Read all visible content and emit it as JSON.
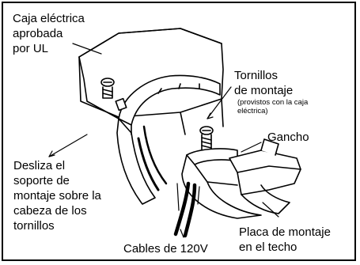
{
  "labels": {
    "electrical_box": "Caja eléctrica\naprobada\npor UL",
    "mounting_screws": "Tornillos\nde montaje",
    "screws_note": "(provistos con la caja\neléctrica)",
    "hook": "Gancho",
    "slide_instruction": "Desliza el\nsoporte de\nmontaje sobre la\ncabeza de los\ntornillos",
    "wires": "Cables de 120V",
    "ceiling_plate": "Placa de montaje\nen el techo"
  }
}
